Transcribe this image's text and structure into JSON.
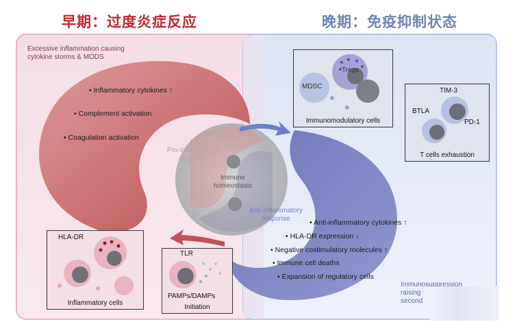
{
  "titles": {
    "left": "早期：过度炎症反应",
    "right": "晚期：免疫抑制状态"
  },
  "top_note": {
    "line1": "Excessive inflammation causing",
    "line2": "cytokine storms & MODS"
  },
  "early_bullets": [
    "• Inflammatory cytokines ↑",
    "• Complement activation",
    "• Coagulation activation"
  ],
  "center": {
    "pro1": "Pro-inflammatory",
    "pro2": "response",
    "homeo1": "Immune",
    "homeo2": "homeostasis",
    "anti1": "Anti-inflammatory",
    "anti2": "response"
  },
  "late_bullets": [
    "• Anti-inflammatory cytokines ↑",
    "• HLA-DR expression ↓",
    "• Negative costimulatory molecules ↑",
    "• Immune cell deaths",
    "• Expansion of regulatory cells"
  ],
  "boxes": {
    "immunomod": {
      "caption": "Immunomodulatory cells",
      "mdsc": "MDSC",
      "tregs": "Tregs"
    },
    "exhaustion": {
      "caption": "T cells exhaustion",
      "tim3": "TIM-3",
      "btla": "BTLA",
      "pd1": "PD-1"
    },
    "inflammatory": {
      "caption": "Inflammatory cells",
      "hladr": "HLA-DR"
    },
    "initiation": {
      "tlr": "TLR",
      "pamps": "PAMPs/DAMPs",
      "caption": "Initiation"
    }
  },
  "bottom_right_note": {
    "line1": "Immunosuppression",
    "line2": "raising",
    "line3": "second"
  },
  "colors": {
    "red_title": "#c4262e",
    "blue_title": "#6f84b0",
    "red_shape": "#c85a5a",
    "blue_shape": "#5a5fa8"
  }
}
